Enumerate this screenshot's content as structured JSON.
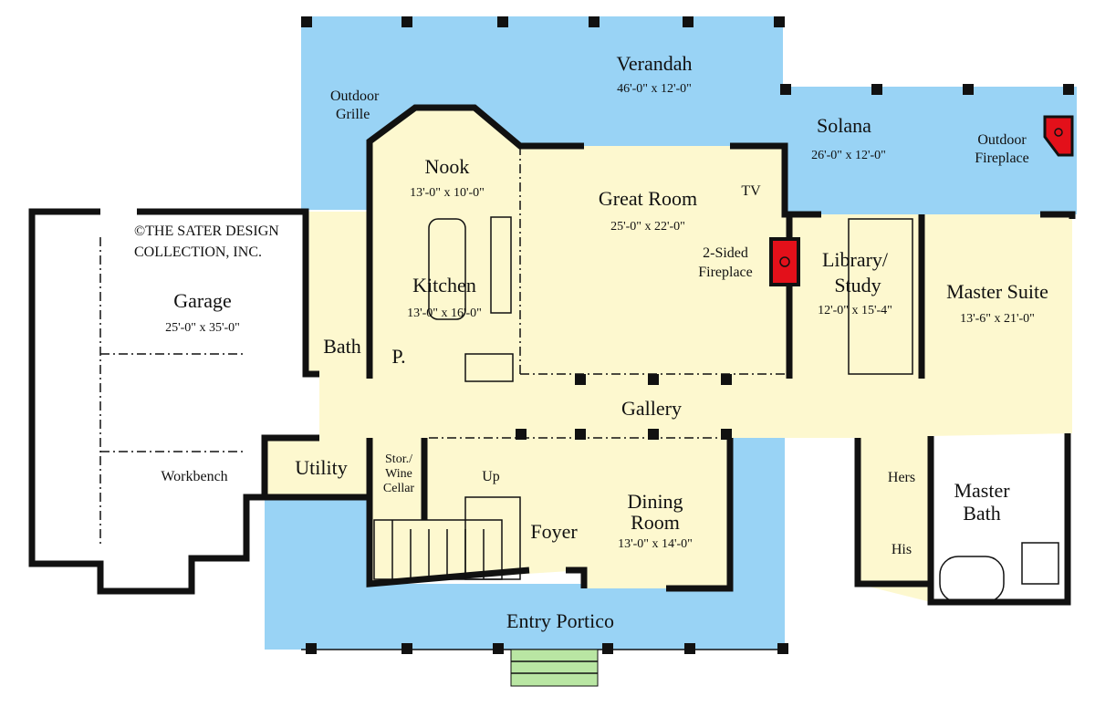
{
  "colors": {
    "porch": "#99d3f5",
    "interior": "#fdf8cf",
    "garage": "#ffffff",
    "fireplace": "#e3101a",
    "steps": "#b9e6a3",
    "wall": "#111111"
  },
  "copyright": [
    "©THE SATER DESIGN",
    "COLLECTION, INC."
  ],
  "rooms": {
    "verandah": {
      "name": "Verandah",
      "size": "46'-0\" x 12'-0\""
    },
    "outdoor_grille": {
      "name": [
        "Outdoor",
        "Grille"
      ]
    },
    "solana": {
      "name": "Solana",
      "size": "26'-0\" x 12'-0\""
    },
    "outdoor_fireplace": {
      "name": [
        "Outdoor",
        "Fireplace"
      ]
    },
    "nook": {
      "name": "Nook",
      "size": "13'-0\" x 10'-0\""
    },
    "kitchen": {
      "name": "Kitchen",
      "size": "13'-0\" x 16'-0\""
    },
    "pantry": {
      "name": "P."
    },
    "great_room": {
      "name": "Great Room",
      "size": "25'-0\" x 22'-0\""
    },
    "tv": {
      "name": "TV"
    },
    "two_sided_fireplace": {
      "name": [
        "2-Sided",
        "Fireplace"
      ]
    },
    "library": {
      "name": [
        "Library/",
        "Study"
      ],
      "size": "12'-0\" x 15'-4\""
    },
    "master_suite": {
      "name": "Master Suite",
      "size": "13'-6\" x 21'-0\""
    },
    "garage": {
      "name": "Garage",
      "size": "25'-0\" x 35'-0\""
    },
    "bath": {
      "name": "Bath"
    },
    "gallery": {
      "name": "Gallery"
    },
    "workbench": {
      "name": "Workbench"
    },
    "utility": {
      "name": "Utility"
    },
    "wine_cellar": {
      "name": [
        "Stor./",
        "Wine",
        "Cellar"
      ]
    },
    "stairs": {
      "name": "Up"
    },
    "foyer": {
      "name": "Foyer"
    },
    "dining": {
      "name": [
        "Dining",
        "Room"
      ],
      "size": "13'-0\" x 14'-0\""
    },
    "hers": {
      "name": "Hers"
    },
    "his": {
      "name": "His"
    },
    "master_bath": {
      "name": [
        "Master",
        "Bath"
      ]
    },
    "entry_portico": {
      "name": "Entry Portico"
    }
  }
}
